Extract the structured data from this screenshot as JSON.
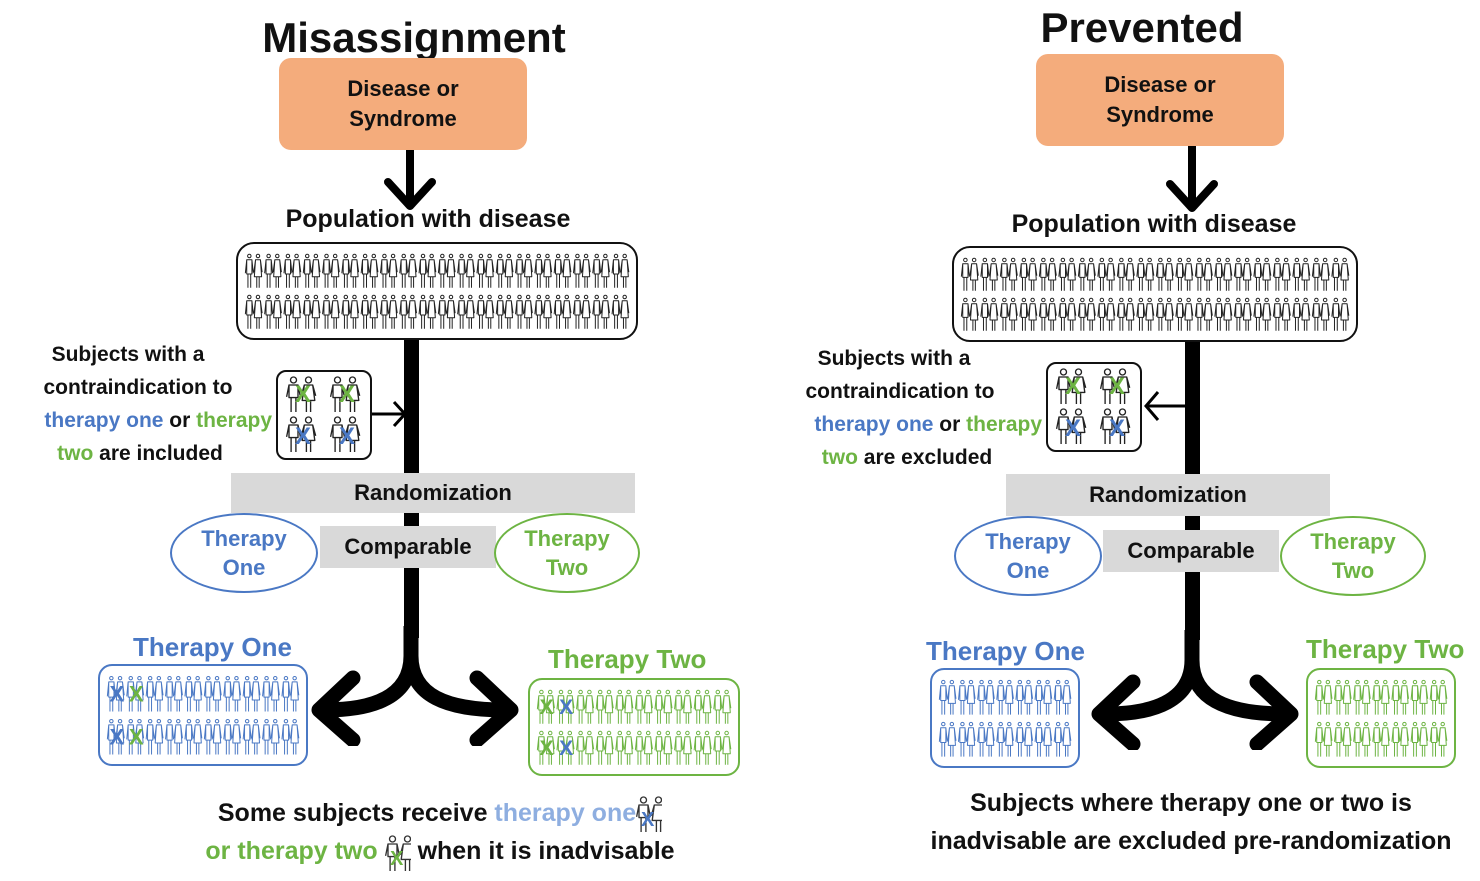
{
  "panels": [
    {
      "title": "Misassignment",
      "disease_box": "Disease or Syndrome",
      "population_label": "Population with disease",
      "contraindication": {
        "line1": "Subjects with a",
        "line2": "contraindication to",
        "therapy_one": "therapy one",
        "or": "or",
        "therapy_word": "therapy",
        "two": "two",
        "status": "are included"
      },
      "randomization": "Randomization",
      "comparable": "Comparable",
      "oval_one": "Therapy One",
      "oval_two": "Therapy Two",
      "group_one_title": "Therapy One",
      "group_two_title": "Therapy Two",
      "bottom": {
        "part1": "Some subjects receive",
        "therapy_one": "therapy one",
        "or_therapy_two": "or therapy two",
        "part2": "when it is inadvisable"
      }
    },
    {
      "title": "Prevented",
      "disease_box": "Disease or Syndrome",
      "population_label": "Population with disease",
      "contraindication": {
        "line1": "Subjects with a",
        "line2": "contraindication to",
        "therapy_one": "therapy one",
        "or": "or",
        "therapy_word": "therapy",
        "two": "two",
        "status": "are excluded"
      },
      "randomization": "Randomization",
      "comparable": "Comparable",
      "oval_one": "Therapy One",
      "oval_two": "Therapy Two",
      "group_one_title": "Therapy One",
      "group_two_title": "Therapy Two",
      "bottom": {
        "line1": "Subjects where therapy one or two is",
        "line2": "inadvisable are excluded pre-randomization"
      }
    }
  ],
  "colors": {
    "disease_box": "#f4ac7c",
    "therapy_one": "#4a78c4",
    "therapy_two": "#6db443",
    "bar": "#d9d9d9"
  },
  "icons": {
    "person": "person-icon",
    "contraindicated_therapy_one": "blue-x-mark-icon",
    "contraindicated_therapy_two": "green-x-mark-icon",
    "flow_arrow": "down-arrow-icon",
    "split_arrow": "split-arrow-icon"
  }
}
